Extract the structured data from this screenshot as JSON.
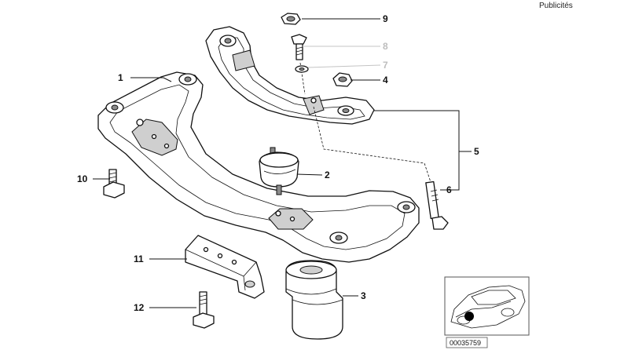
{
  "header": {
    "ad_label": "Publicités"
  },
  "diagram": {
    "callouts": [
      "1",
      "2",
      "3",
      "4",
      "5",
      "6",
      "7",
      "8",
      "9",
      "10",
      "11",
      "12"
    ],
    "inset": {
      "code": "00035759"
    }
  }
}
